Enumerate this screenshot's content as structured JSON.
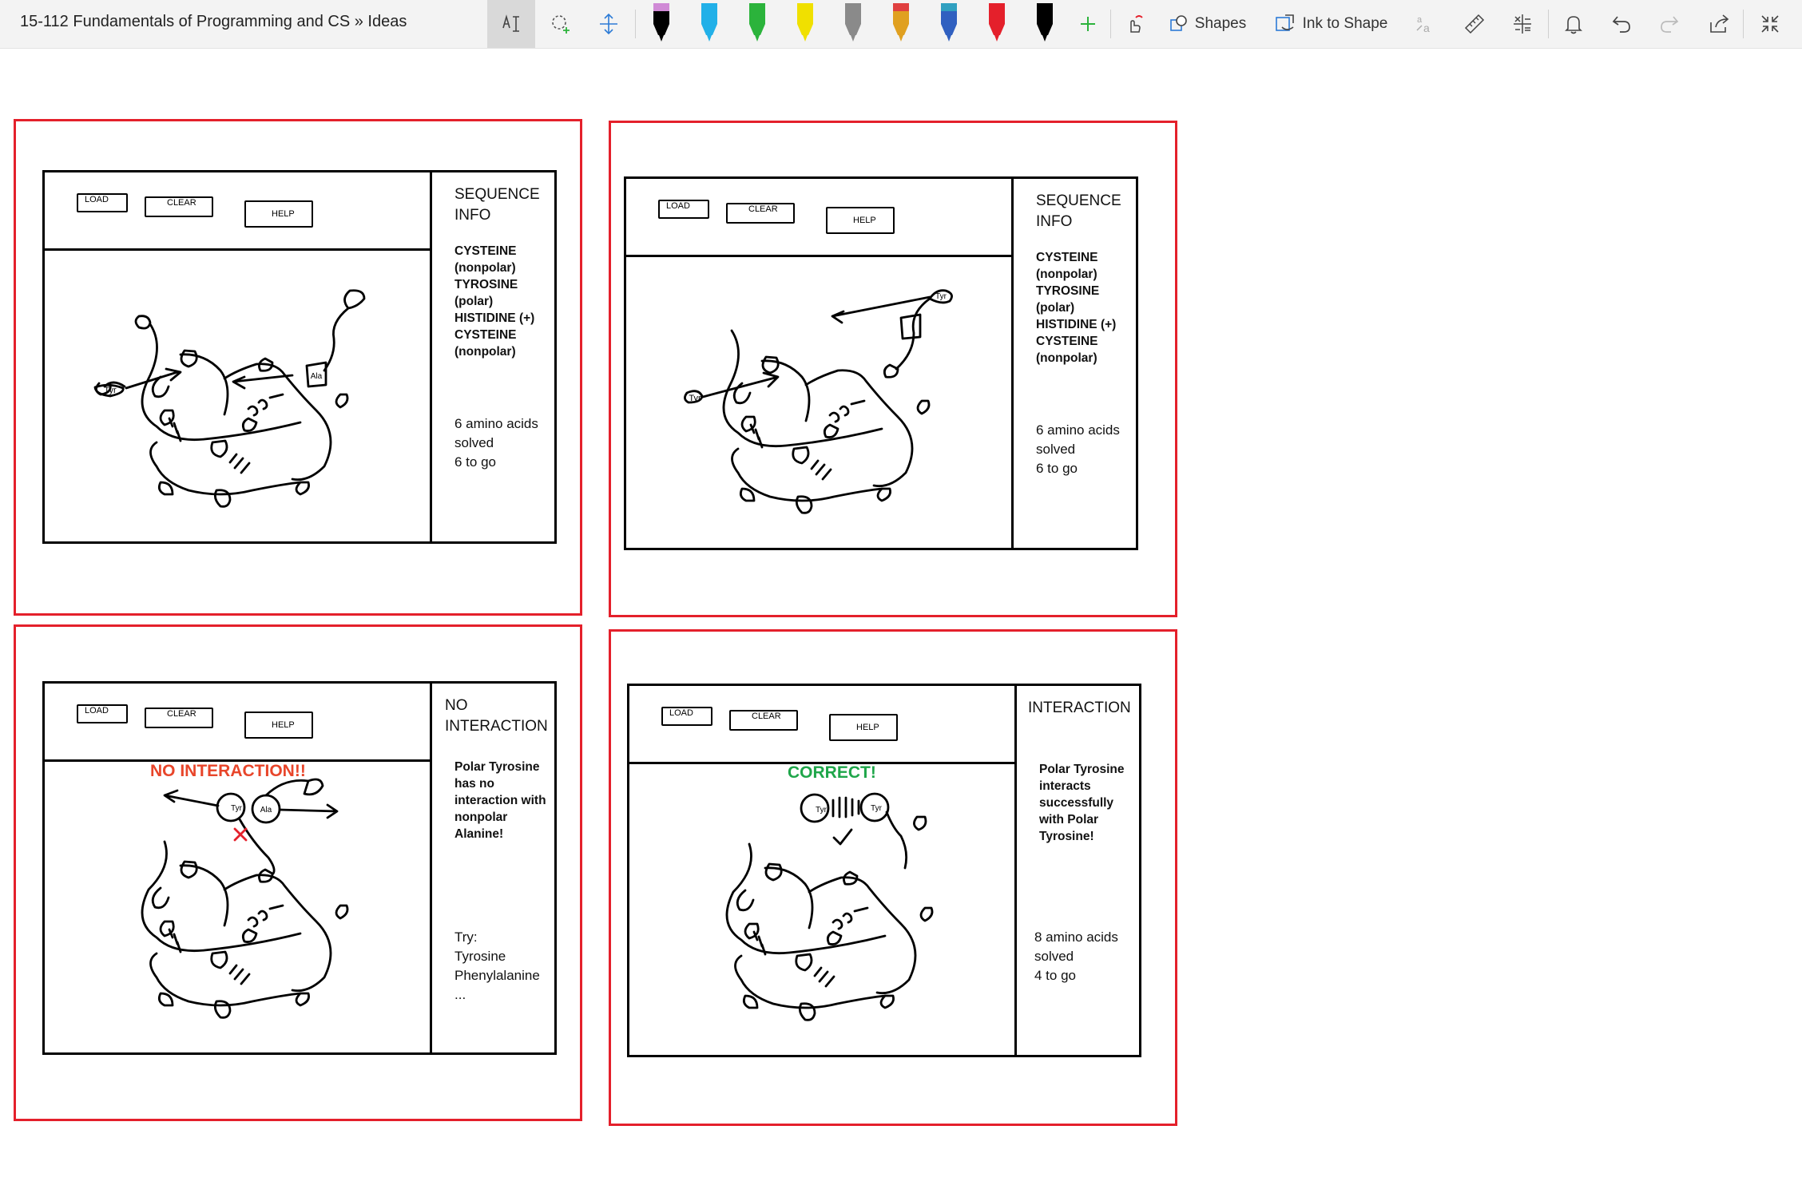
{
  "toolbar": {
    "breadcrumb": "15-112 Fundamentals of Programming and CS » Ideas",
    "shapes_label": "Shapes",
    "ink_to_shape_label": "Ink to Shape",
    "pens": [
      {
        "name": "black-highlighter-pen",
        "color": "#000000",
        "accent": "#d08ad6"
      },
      {
        "name": "blue-pen",
        "color": "#22b0e8",
        "accent": "#22b0e8"
      },
      {
        "name": "green-pen",
        "color": "#2bb33b",
        "accent": "#2bb33b"
      },
      {
        "name": "yellow-highlighter",
        "color": "#f0e000",
        "accent": "#f0e000"
      },
      {
        "name": "gray-pencil",
        "color": "#8a8a8a",
        "accent": "#8a8a8a"
      },
      {
        "name": "rainbow-pen",
        "color": "#e0a020",
        "accent": "#e04040"
      },
      {
        "name": "galaxy-pen",
        "color": "#3060c0",
        "accent": "#30a0c0"
      },
      {
        "name": "red-pen",
        "color": "#e4202b",
        "accent": "#e4202b"
      },
      {
        "name": "black-pen",
        "color": "#000000",
        "accent": "#000000"
      }
    ]
  },
  "colors": {
    "frame_red": "#e4202b",
    "banner_red": "#e8452a",
    "banner_green": "#1fa64a"
  },
  "panels": [
    {
      "buttons": {
        "load": "LOAD",
        "clear": "CLEAR",
        "help": "HELP"
      },
      "side_title": "SEQUENCE\nINFO",
      "side_body": "CYSTEINE\n(nonpolar)\nTYROSINE\n(polar)\nHISTIDINE (+)\nCYSTEINE\n(nonpolar)",
      "side_footer": "6 amino acids\nsolved\n6 to go",
      "labels": {
        "tyr": "Tyr",
        "ala": "Ala"
      }
    },
    {
      "buttons": {
        "load": "LOAD",
        "clear": "CLEAR",
        "help": "HELP"
      },
      "side_title": "SEQUENCE\nINFO",
      "side_body": "CYSTEINE\n(nonpolar)\nTYROSINE\n(polar)\nHISTIDINE (+)\nCYSTEINE\n(nonpolar)",
      "side_footer": "6 amino acids\nsolved\n6 to go",
      "labels": {
        "tyr_left": "Tyr",
        "tyr_top": "Tyr"
      }
    },
    {
      "buttons": {
        "load": "LOAD",
        "clear": "CLEAR",
        "help": "HELP"
      },
      "side_title": "NO\nINTERACTION",
      "side_body": "Polar Tyrosine\nhas no\ninteraction with\nnonpolar\nAlanine!",
      "side_footer": "Try:\nTyrosine\nPhenylalanine\n...",
      "banner": "NO INTERACTION!!",
      "labels": {
        "tyr": "Tyr",
        "ala": "Ala"
      }
    },
    {
      "buttons": {
        "load": "LOAD",
        "clear": "CLEAR",
        "help": "HELP"
      },
      "side_title": "INTERACTION",
      "side_body": "Polar Tyrosine\ninteracts\nsuccessfully\nwith Polar\nTyrosine!",
      "side_footer": "8 amino acids\nsolved\n4 to go",
      "banner": "CORRECT!",
      "labels": {
        "tyr_left": "Tyr",
        "tyr_right": "Tyr"
      }
    }
  ]
}
